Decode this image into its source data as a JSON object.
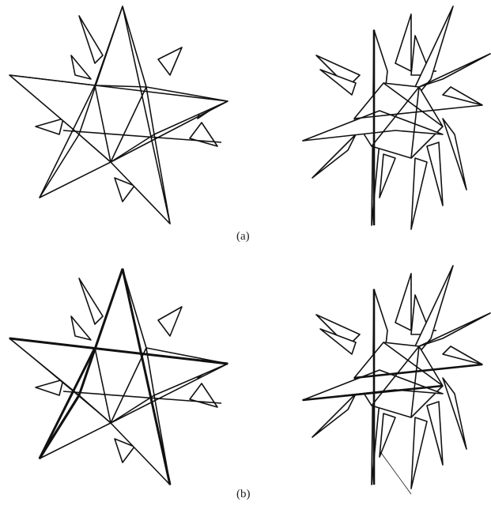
{
  "figure": {
    "captions": {
      "a": "(a)",
      "b": "(b)"
    },
    "panels": [
      {
        "id": "a-left",
        "subject": "stellated-polyhedron-front-view",
        "edge_style": "uniform"
      },
      {
        "id": "a-right",
        "subject": "stellated-polyhedron-side-view",
        "edge_style": "uniform"
      },
      {
        "id": "b-left",
        "subject": "stellated-polyhedron-front-view",
        "edge_style": "highlighted-edges"
      },
      {
        "id": "b-right",
        "subject": "stellated-polyhedron-side-view",
        "edge_style": "highlighted-edges"
      }
    ],
    "colors": {
      "stroke": "#111111",
      "face": "#ffffff",
      "background": "#ffffff"
    }
  }
}
